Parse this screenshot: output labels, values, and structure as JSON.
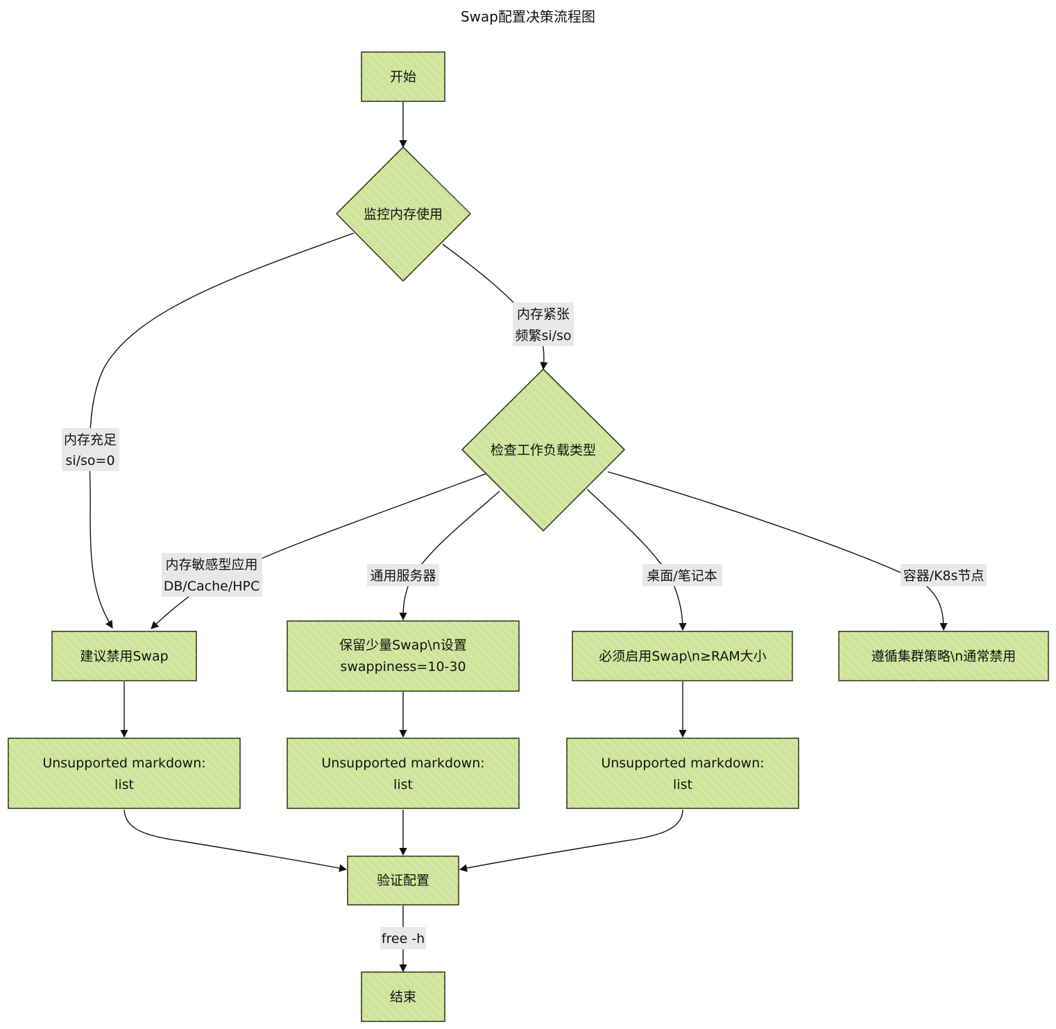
{
  "title": "Swap配置决策流程图",
  "nodes": {
    "start": "开始",
    "monitor": "监控内存使用",
    "check": "检查工作负载类型",
    "disable": "建议禁用Swap",
    "keep_l1": "保留少量Swap\\n设置",
    "keep_l2": "swappiness=10-30",
    "enable": "必须启用Swap\\n≥RAM大小",
    "cluster": "遵循集群策略\\n通常禁用",
    "md1_l1": "Unsupported markdown:",
    "md1_l2": "list",
    "md2_l1": "Unsupported markdown:",
    "md2_l2": "list",
    "md3_l1": "Unsupported markdown:",
    "md3_l2": "list",
    "verify": "验证配置",
    "end": "结束"
  },
  "edge_labels": {
    "mem_ok_l1": "内存充足",
    "mem_ok_l2": "si/so=0",
    "mem_tight_l1": "内存紧张",
    "mem_tight_l2": "频繁si/so",
    "sensitive_l1": "内存敏感型应用",
    "sensitive_l2": "DB/Cache/HPC",
    "general": "通用服务器",
    "desktop": "桌面/笔记本",
    "container": "容器/K8s节点",
    "free": "free -h"
  }
}
